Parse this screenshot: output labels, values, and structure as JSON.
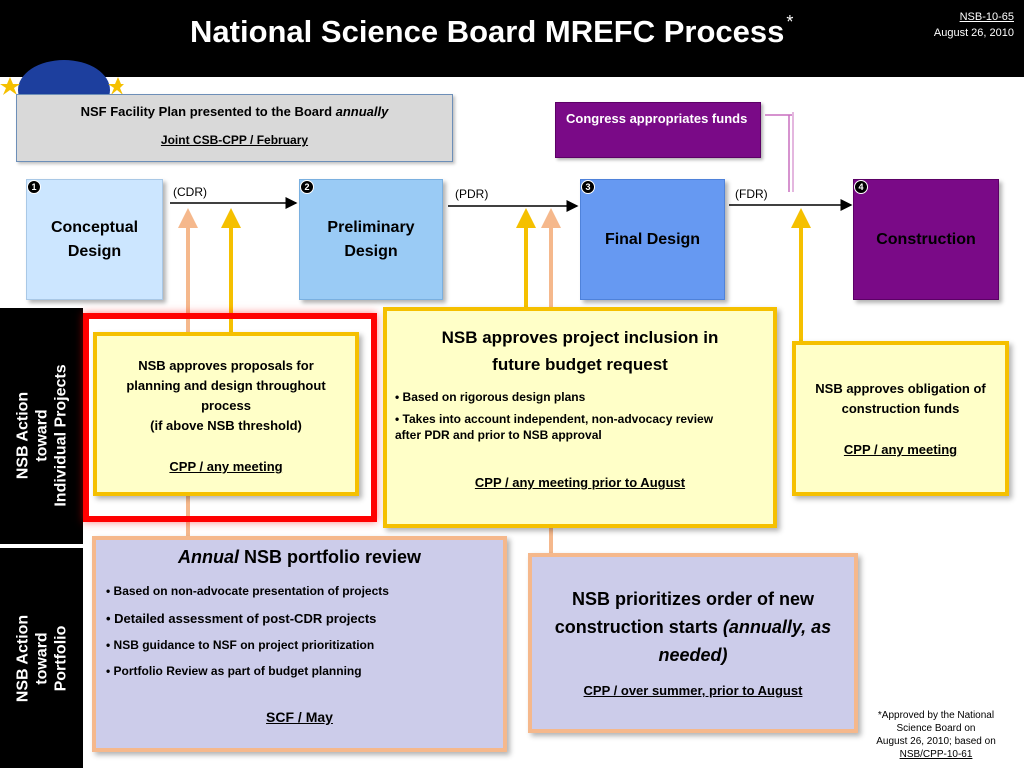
{
  "header": {
    "title": "National Science Board MREFC Process",
    "title_mark": "*",
    "doc_id": "NSB-10-65",
    "date": "August 26, 2010"
  },
  "facility_plan": {
    "line1_prefix": "NSF Facility Plan presented to the Board ",
    "line1_emph": "annually",
    "line2": "Joint CSB-CPP / February"
  },
  "congress": {
    "label": "Congress appropriates funds"
  },
  "stages": [
    {
      "num": "1",
      "label_line1": "Conceptual",
      "label_line2": "Design",
      "color": "#cce6ff"
    },
    {
      "num": "2",
      "label_line1": "Preliminary",
      "label_line2": "Design",
      "color": "#9acbf5"
    },
    {
      "num": "3",
      "label_line1": "Final Design",
      "label_line2": "",
      "color": "#6699f2"
    },
    {
      "num": "4",
      "label_line1": "Construction",
      "label_line2": "",
      "color": "#7a0a87"
    }
  ],
  "milestones": {
    "cdr": "(CDR)",
    "pdr": "(PDR)",
    "fdr": "(FDR)"
  },
  "side_labels": {
    "individual": [
      "NSB Action",
      "toward",
      "Individual Projects"
    ],
    "portfolio": [
      "NSB Action",
      "toward",
      "Portfolio"
    ]
  },
  "action_boxes": {
    "planning": {
      "lines": [
        "NSB approves proposals for",
        "planning and design throughout",
        "process",
        "(if above NSB threshold)"
      ],
      "meeting": "CPP / any meeting"
    },
    "inclusion": {
      "title_line1": "NSB approves project inclusion in",
      "title_line2": "future budget request",
      "bullet1": "Based on rigorous design plans",
      "bullet2_line1": "Takes into account independent, non-advocacy   review",
      "bullet2_line2": "after PDR and prior to NSB approval",
      "meeting": "CPP / any meeting prior to August"
    },
    "obligation": {
      "lines": [
        "NSB approves obligation of",
        "construction funds"
      ],
      "meeting": "CPP / any meeting"
    }
  },
  "portfolio_review": {
    "title_emph": "Annual",
    "title_rest": " NSB portfolio review",
    "bullets": [
      "Based on non-advocate presentation of projects",
      "Detailed assessment of post-CDR projects",
      "NSB guidance to NSF on project prioritization",
      "Portfolio Review as part of budget planning"
    ],
    "meeting": "SCF / May"
  },
  "prioritize": {
    "line1": "NSB prioritizes order of new",
    "line2_prefix": "construction starts ",
    "line2_emph": "(annually, as",
    "line3_emph": "needed)",
    "meeting": "CPP / over summer, prior to August"
  },
  "footnote": {
    "line1": "*Approved by the National",
    "line2": "Science Board on",
    "line3": "August 26, 2010; based on",
    "line4": "NSB/CPP-10-61"
  },
  "colors": {
    "yellow_fill": "#ffffc8",
    "yellow_border": "#f5c000",
    "lavender_fill": "#ccccea",
    "peach": "#f5b88c",
    "highlight_red": "#ff0000",
    "purple": "#7a0a87"
  }
}
